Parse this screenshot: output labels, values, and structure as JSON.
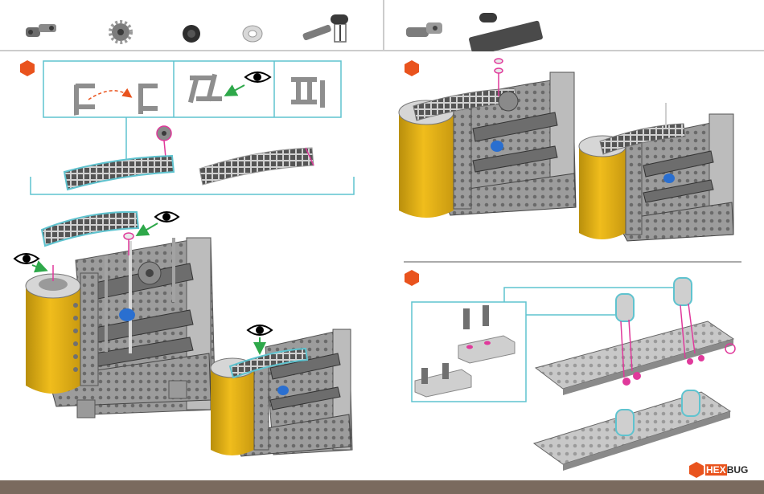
{
  "brand": {
    "logo_prefix": "HEX",
    "logo_suffix": "BUG",
    "accent_color": "#e9531d",
    "panel_color": "#5fc3cf",
    "magenta_color": "#e0399b",
    "arrow_color": "#2ea84a",
    "footer_color": "#7a6a5e"
  },
  "parts_bar": {
    "left_parts": [
      "connector-part-icon",
      "gear-part-icon",
      "tire-part-icon",
      "washer-part-icon",
      "axle-part-icon"
    ],
    "right_parts": [
      "bracket-part-icon",
      "plate-part-icon"
    ]
  },
  "steps": {
    "left_step": "step-marker",
    "right_top_step": "step-marker",
    "right_bottom_step": "step-marker"
  }
}
